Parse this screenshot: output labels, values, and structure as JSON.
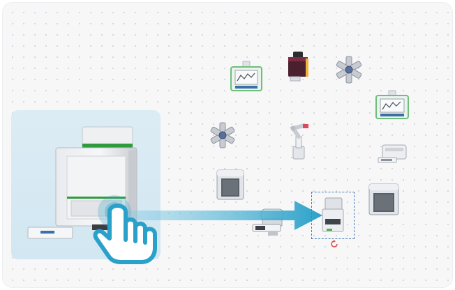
{
  "workspace": {
    "background_color": "#f7f7f8",
    "dot_color": "#d3d5d9",
    "highlight_color": "#d2e7f2",
    "accent_color": "#2d9fc4",
    "selection_color": "#4a7fb5",
    "rotate_handle_color": "#e04848"
  },
  "devices": [
    {
      "name": "plate-reader-instrument",
      "icon": "plate-reader-icon"
    },
    {
      "name": "liquid-handler-monitor",
      "icon": "monitor-icon"
    },
    {
      "name": "dispenser",
      "icon": "dispenser-icon"
    },
    {
      "name": "plate-hotel-carousel",
      "icon": "carousel-icon"
    },
    {
      "name": "incubator",
      "icon": "incubator-icon"
    },
    {
      "name": "robotic-arm",
      "icon": "robot-arm-icon"
    },
    {
      "name": "plate-sealer",
      "icon": "sealer-icon"
    },
    {
      "name": "centrifuge",
      "icon": "centrifuge-icon"
    },
    {
      "name": "plate-washer",
      "icon": "washer-icon"
    },
    {
      "name": "plate-loader",
      "icon": "loader-icon"
    }
  ],
  "interaction": {
    "gesture": "drag",
    "pointer_icon": "hand-pointer-icon",
    "arrow_icon": "drag-arrow-icon",
    "rotate_icon": "rotate-icon"
  }
}
